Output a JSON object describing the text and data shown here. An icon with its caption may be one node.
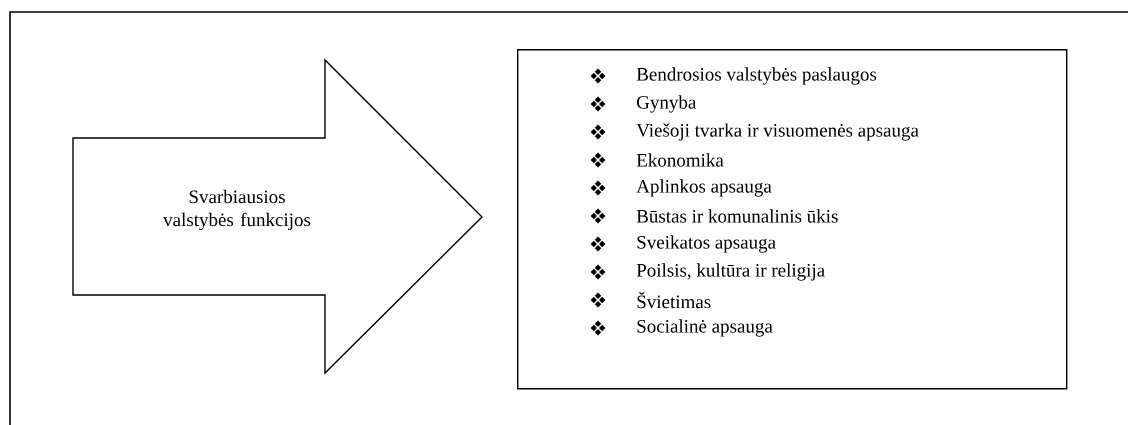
{
  "diagram": {
    "nodes": [
      {
        "text": [
          "Svarbiausios valstybės funkcijos"
        ]
      },
      {
        "text": [
          "Bendrosios valstybės paslaugos",
          "Gynyba",
          "Viešoji tvarka ir visuomenės apsauga",
          "Ekonomika",
          "Aplinkos apsauga",
          "Būstas ir komunalinis ūkis",
          "Sveikatos apsauga",
          "Poilsis, kultūra ir religija",
          "Švietimas",
          "Socialinė apsauga"
        ]
      }
    ]
  }
}
